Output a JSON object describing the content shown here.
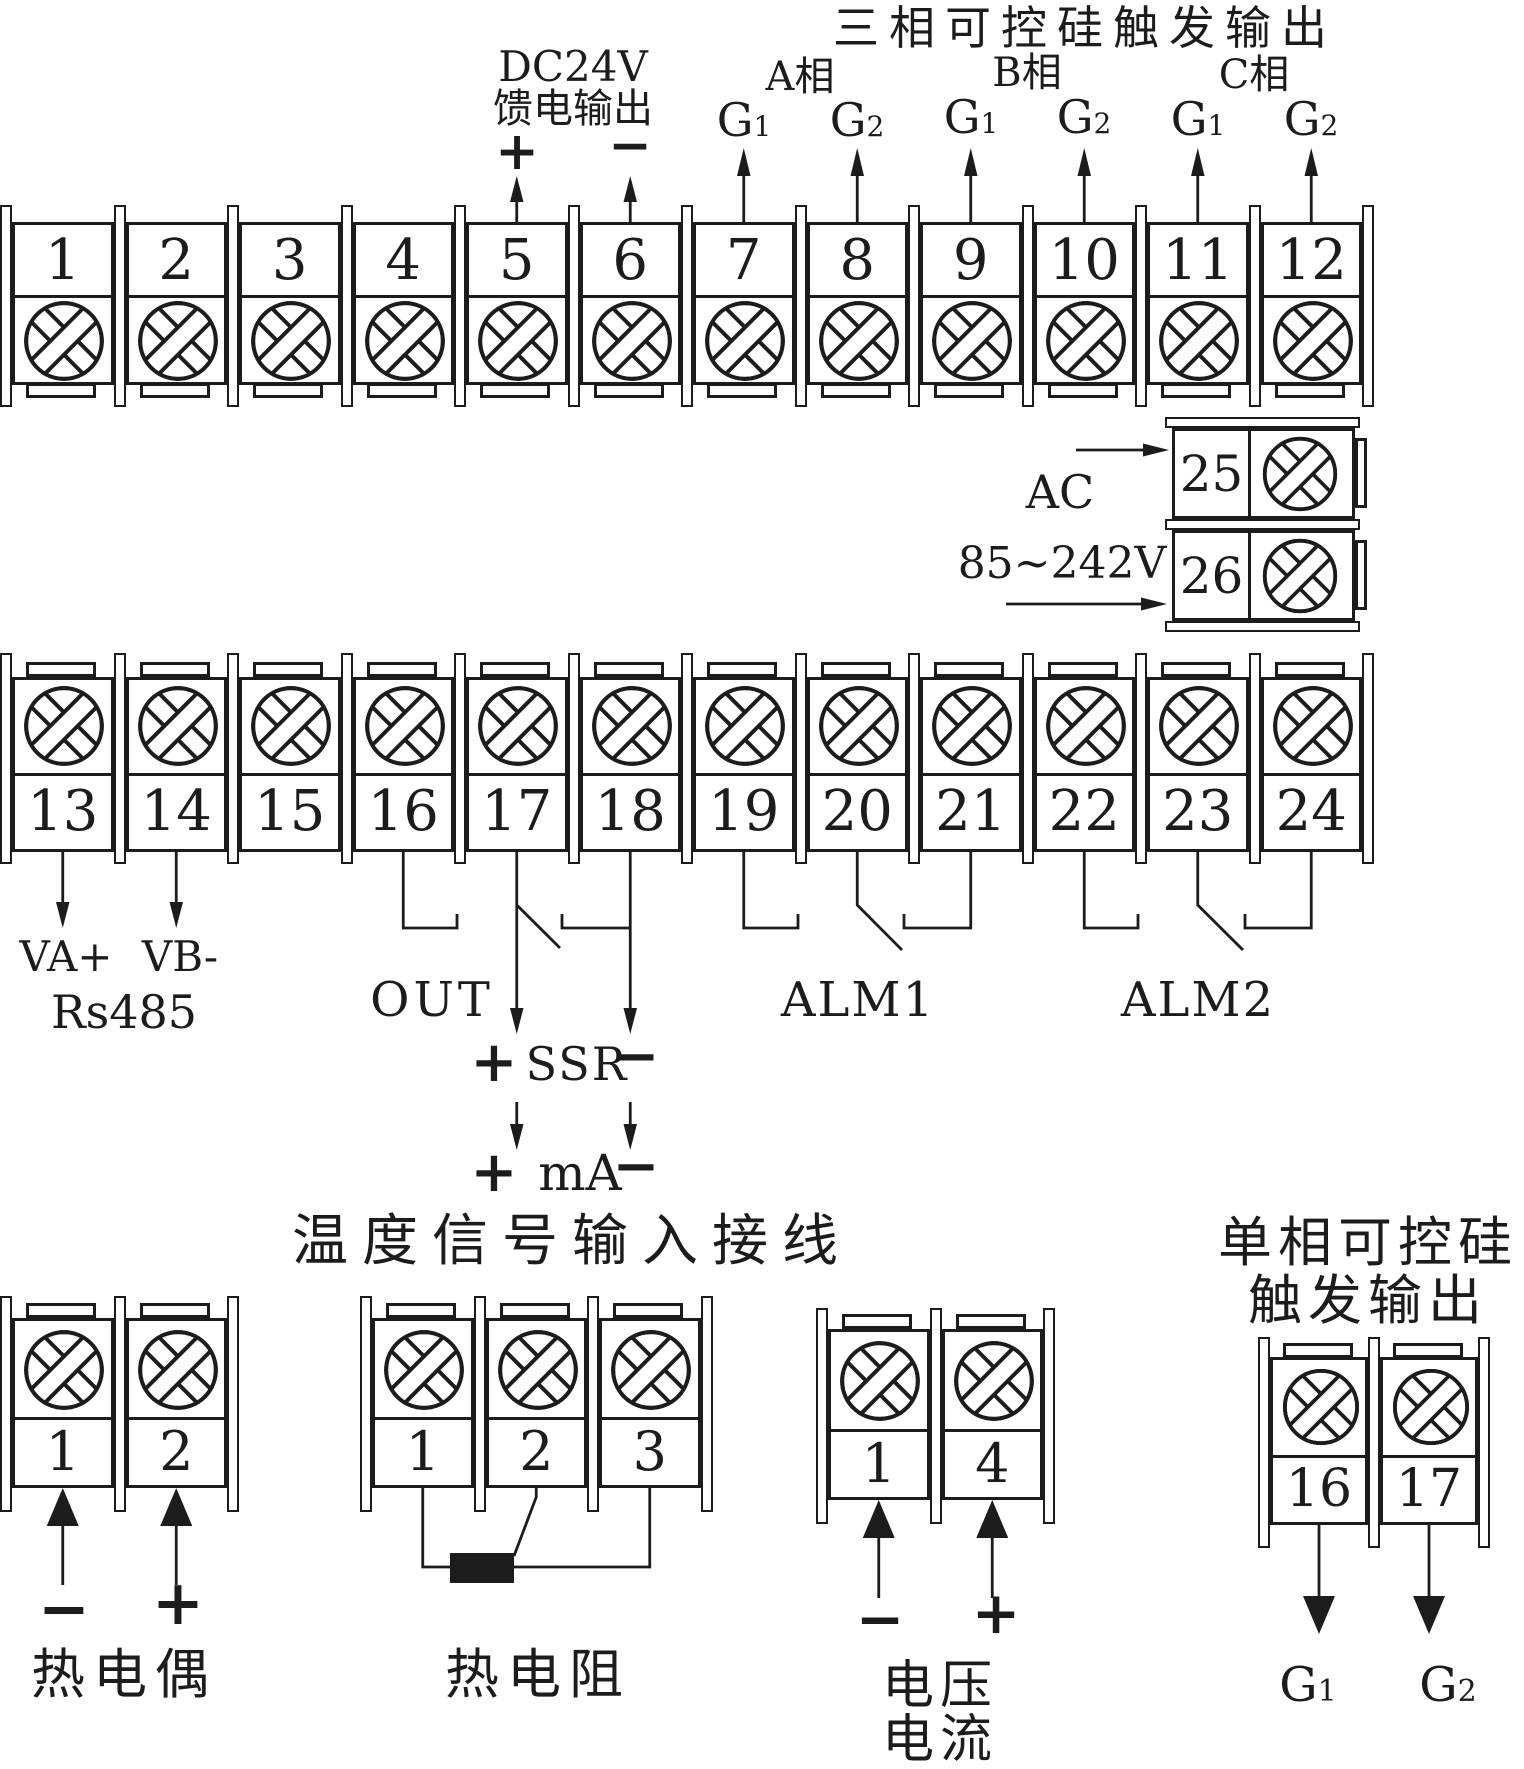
{
  "colors": {
    "ink": "#1c1c1c",
    "paper": "#ffffff"
  },
  "top": {
    "title": "三相可控硅触发输出",
    "dc24v_line1": "DC24V",
    "dc24v_line2": "馈电输出",
    "dc_plus": "+",
    "dc_minus": "−",
    "phases": [
      "A相",
      "B相",
      "C相"
    ],
    "gates": [
      {
        "g": "G",
        "sub": "1"
      },
      {
        "g": "G",
        "sub": "2"
      },
      {
        "g": "G",
        "sub": "1"
      },
      {
        "g": "G",
        "sub": "2"
      },
      {
        "g": "G",
        "sub": "1"
      },
      {
        "g": "G",
        "sub": "2"
      }
    ]
  },
  "strip_top": {
    "terminals": [
      "1",
      "2",
      "3",
      "4",
      "5",
      "6",
      "7",
      "8",
      "9",
      "10",
      "11",
      "12"
    ]
  },
  "power": {
    "label_line1": "AC",
    "label_line2": "85~242V",
    "terminals": [
      "25",
      "26"
    ]
  },
  "strip_bottom": {
    "terminals": [
      "13",
      "14",
      "15",
      "16",
      "17",
      "18",
      "19",
      "20",
      "21",
      "22",
      "23",
      "24"
    ]
  },
  "outputs": {
    "t13_label": "VA+",
    "t14_label": "VB-",
    "rs485_label": "Rs485",
    "out_label": "OUT",
    "ssr": {
      "plus": "+",
      "label": "SSR",
      "minus": "−"
    },
    "ma": {
      "plus": "+",
      "label": "mA",
      "minus": "−"
    },
    "alm1_label": "ALM1",
    "alm2_label": "ALM2"
  },
  "bottom": {
    "section_title": "温度信号输入接线",
    "thermocouple": {
      "terminals": [
        "1",
        "2"
      ],
      "minus": "−",
      "plus": "+",
      "label": "热电偶"
    },
    "rtd": {
      "terminals": [
        "1",
        "2",
        "3"
      ],
      "label": "热电阻"
    },
    "volt_curr": {
      "terminals": [
        "1",
        "4"
      ],
      "minus": "−",
      "plus": "+",
      "label_line1": "电压",
      "label_line2": "电流"
    },
    "scr": {
      "title_line1": "单相可控硅",
      "title_line2": "触发输出",
      "terminals": [
        "16",
        "17"
      ],
      "gates": [
        {
          "g": "G",
          "sub": "1"
        },
        {
          "g": "G",
          "sub": "2"
        }
      ]
    }
  }
}
